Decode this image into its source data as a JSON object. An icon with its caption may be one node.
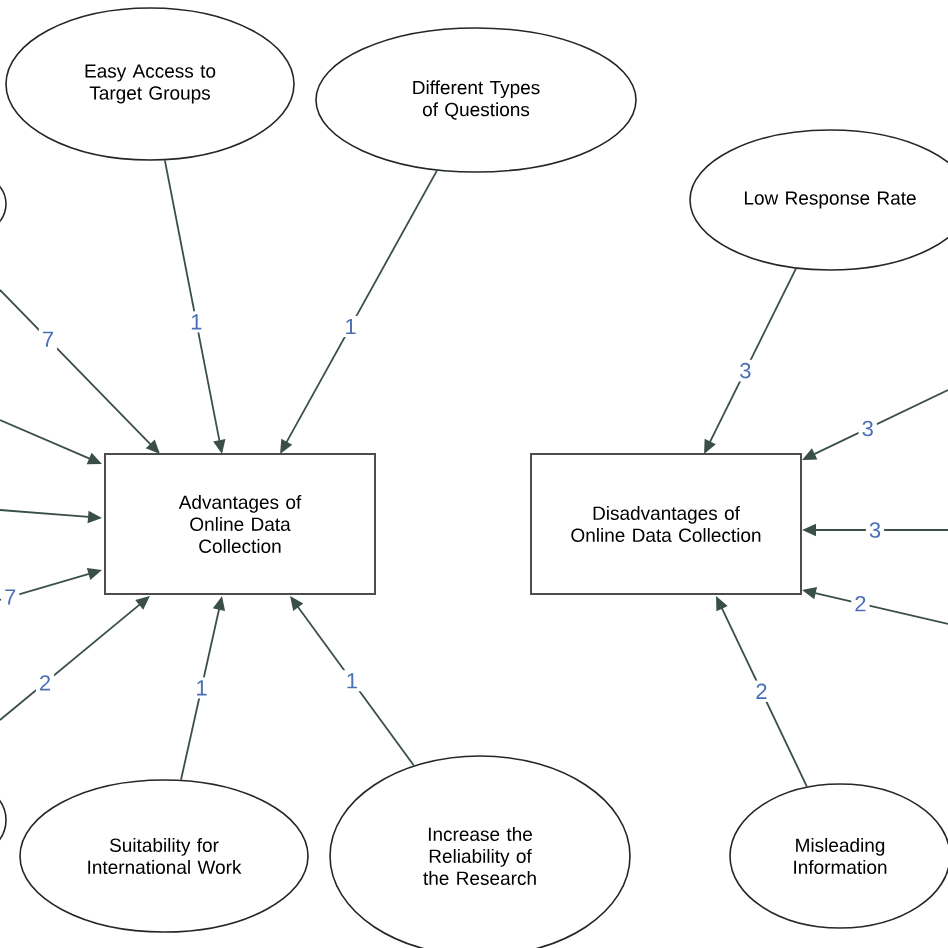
{
  "diagram": {
    "nodes": [
      {
        "text": [],
        "shape": "ellipse"
      },
      {
        "text": [
          "Easy Access to Target Groups"
        ]
      },
      {
        "text": [
          "Different Types of Questions"
        ]
      },
      {
        "text": [
          "Low Response Rate"
        ]
      },
      {
        "text": [
          "Advantages of Online Data Collection"
        ]
      },
      {
        "text": [
          "Disadvantages of Online Data Collection"
        ]
      },
      {
        "text": [],
        "shape": "ellipse"
      },
      {
        "text": [
          "Suitability for International Work"
        ]
      },
      {
        "text": [
          "Increase the Reliability of the Research"
        ]
      },
      {
        "text": [
          "Misleading Information"
        ]
      }
    ],
    "edges": [
      {
        "from": 1,
        "to": 4,
        "arrow": "to",
        "label": "1"
      },
      {
        "from": 2,
        "to": 4,
        "arrow": "to",
        "label": "1"
      },
      {
        "from": null,
        "to": 4,
        "arrow": "to",
        "label": "7"
      },
      {
        "from": null,
        "to": 4,
        "arrow": "to"
      },
      {
        "from": null,
        "to": 4,
        "arrow": "to"
      },
      {
        "from": null,
        "to": 4,
        "arrow": "to",
        "label": "7"
      },
      {
        "from": null,
        "to": 4,
        "arrow": "to",
        "label": "2"
      },
      {
        "from": 7,
        "to": 4,
        "arrow": "to",
        "label": "1"
      },
      {
        "from": 8,
        "to": 4,
        "arrow": "to",
        "label": "1"
      },
      {
        "from": 3,
        "to": 5,
        "arrow": "to",
        "label": "3"
      },
      {
        "from": null,
        "to": 5,
        "arrow": "to",
        "label": "3"
      },
      {
        "from": null,
        "to": 5,
        "arrow": "to",
        "label": "3"
      },
      {
        "from": null,
        "to": 5,
        "arrow": "to",
        "label": "2"
      },
      {
        "from": 9,
        "to": 5,
        "arrow": "to",
        "label": "2"
      }
    ]
  }
}
